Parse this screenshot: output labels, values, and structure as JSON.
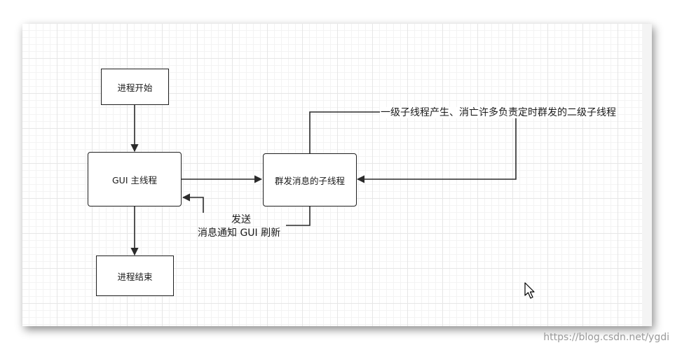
{
  "nodes": {
    "process_start": "进程开始",
    "gui_main_thread": "GUI 主线程",
    "broadcast_subthread": "群发消息的子线程",
    "process_end": "进程结束"
  },
  "edge_labels": {
    "first_level": "一级子线程产生、消亡许多负责定时群发的二级子线程",
    "send": "发送",
    "notify_gui": "消息通知 GUI 刷新"
  },
  "watermark": "https://blog.csdn.net/ygdi",
  "colors": {
    "line": "#2b2b2b",
    "grid": "#e6e6e6",
    "text": "#1a1a1a"
  },
  "icons": {
    "cursor": "mouse-pointer-icon"
  }
}
